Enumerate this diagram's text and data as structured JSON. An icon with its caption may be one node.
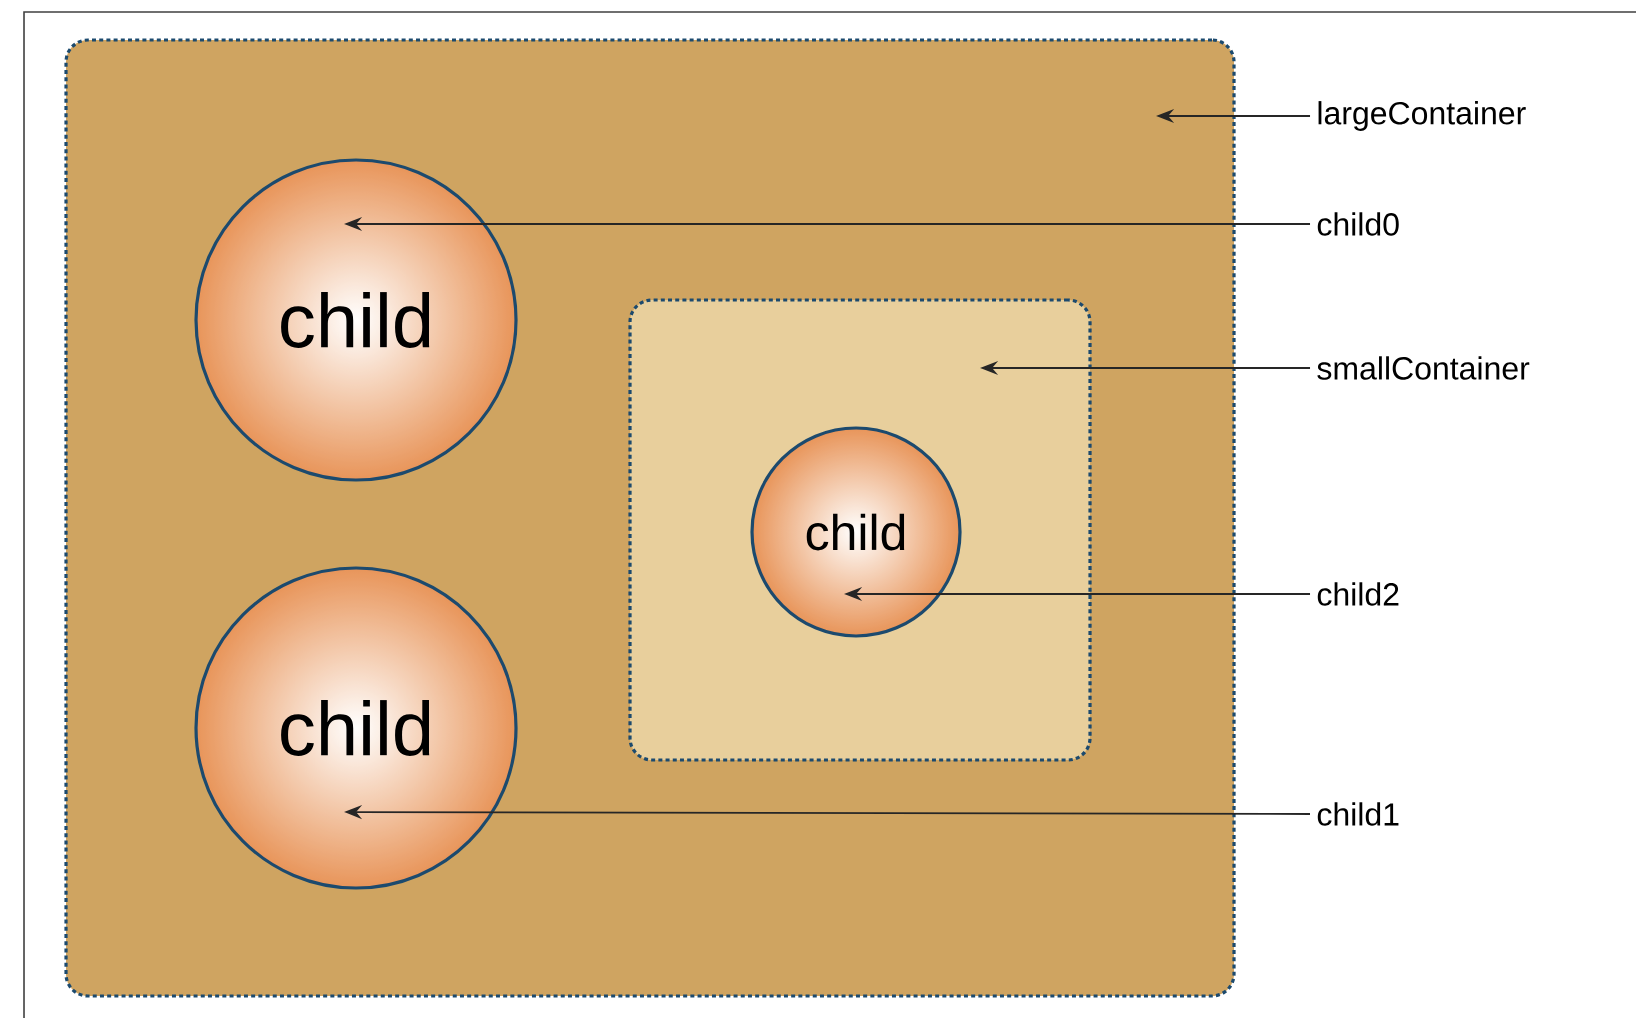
{
  "diagram": {
    "nodes": [
      {
        "text": [],
        "shape": "box"
      },
      {
        "text": [
          "child"
        ],
        "in": 0
      },
      {
        "text": [],
        "shape": "box",
        "in": 0
      },
      {
        "text": [
          "child"
        ],
        "in": 2
      },
      {
        "text": [
          "child"
        ],
        "in": 0
      },
      {
        "text": [
          "largeContainer"
        ]
      },
      {
        "text": [
          "child0"
        ]
      },
      {
        "text": [
          "smallContainer"
        ]
      },
      {
        "text": [
          "child2"
        ]
      },
      {
        "text": [
          "child1"
        ]
      }
    ],
    "edges": [
      {
        "from": 5,
        "to": 0,
        "arrow": "to"
      },
      {
        "from": 6,
        "to": 1,
        "arrow": "to"
      },
      {
        "from": 7,
        "to": 2,
        "arrow": "to"
      },
      {
        "from": 8,
        "to": 3,
        "arrow": "to"
      },
      {
        "from": 9,
        "to": 4,
        "arrow": "to"
      }
    ]
  }
}
